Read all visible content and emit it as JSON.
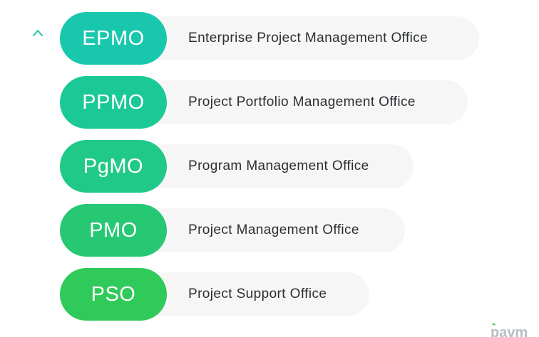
{
  "levels": [
    {
      "abbr": "EPMO",
      "name": "Enterprise Project Management Office",
      "color": "#19c7ad"
    },
    {
      "abbr": "PPMO",
      "name": "Project Portfolio Management Office",
      "color": "#1bc996"
    },
    {
      "abbr": "PgMO",
      "name": "Program Management Office",
      "color": "#20c987"
    },
    {
      "abbr": "PMO",
      "name": "Project Management Office",
      "color": "#27c873"
    },
    {
      "abbr": "PSO",
      "name": "Project Support Office",
      "color": "#2fca59"
    }
  ],
  "arrow": {
    "direction": "up",
    "icon": "arrow-up-icon",
    "gradient_top": "#19c7ad",
    "gradient_bottom": "#2fca59"
  },
  "logo": {
    "text": "pavm",
    "color": "#b9bdc2",
    "leaf_color": "#2fca59"
  }
}
